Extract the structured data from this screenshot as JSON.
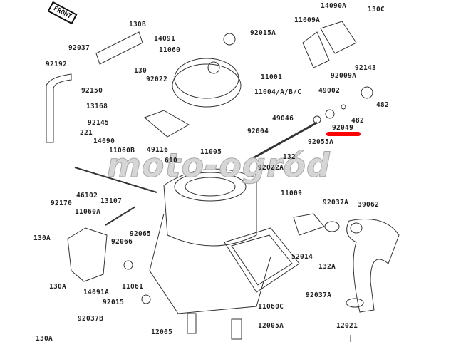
{
  "diagram": {
    "front_label": "FRONT",
    "watermark": "moto-ogród",
    "highlight_color": "#ff0000",
    "highlighted_part": "92049",
    "labels": [
      "130B",
      "14091",
      "11060",
      "92037",
      "92192",
      "130",
      "92022",
      "92150",
      "13168",
      "92145",
      "221",
      "14090",
      "11060B",
      "49116",
      "610",
      "11005",
      "92015A",
      "11001",
      "11004/A/B/C",
      "49046",
      "92004",
      "132",
      "92022A",
      "14090A",
      "130C",
      "11009A",
      "92143",
      "92009A",
      "49002",
      "482",
      "482",
      "92049",
      "92055A",
      "46102",
      "92170",
      "11060A",
      "13107",
      "130A",
      "92065",
      "92066",
      "130A",
      "14091A",
      "11061",
      "92015",
      "92037B",
      "130A",
      "12005",
      "11009",
      "92037A",
      "39062",
      "52014",
      "132A",
      "92037A",
      "11060C",
      "12005A",
      "12021"
    ]
  }
}
